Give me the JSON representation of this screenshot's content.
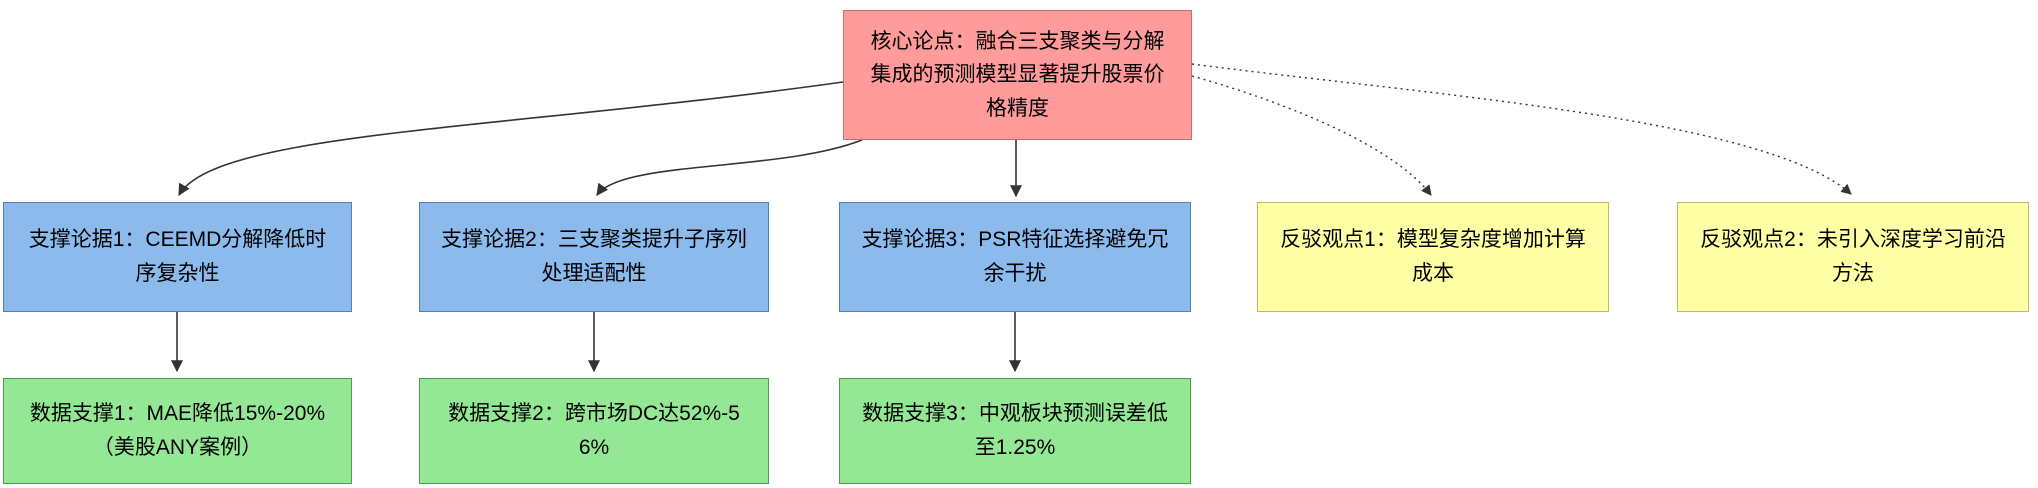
{
  "diagram": {
    "core": {
      "label": "核心论点：融合三支聚类与分解集成的预测模型显著提升股票价格精度"
    },
    "supports": [
      {
        "label": "支撑论据1：CEEMD分解降低时序复杂性"
      },
      {
        "label": "支撑论据2：三支聚类提升子序列处理适配性"
      },
      {
        "label": "支撑论据3：PSR特征选择避免冗余干扰"
      }
    ],
    "rebuttals": [
      {
        "label": "反驳观点1：模型复杂度增加计算成本"
      },
      {
        "label": "反驳观点2：未引入深度学习前沿方法"
      }
    ],
    "data_supports": [
      {
        "label": "数据支撑1：MAE降低15%-20%（美股ANY案例）"
      },
      {
        "label": "数据支撑2：跨市场DC达52%-56%"
      },
      {
        "label": "数据支撑3：中观板块预测误差低至1.25%"
      }
    ]
  },
  "colors": {
    "core_fill": "#ff9b9b",
    "core_border": "#cf6a6a",
    "support_fill": "#8cbaec",
    "support_border": "#5480b4",
    "rebuttal_fill": "#ffffa6",
    "rebuttal_border": "#bcbc5e",
    "data_fill": "#94e794",
    "data_border": "#4e9e4e",
    "edge": "#333333"
  }
}
